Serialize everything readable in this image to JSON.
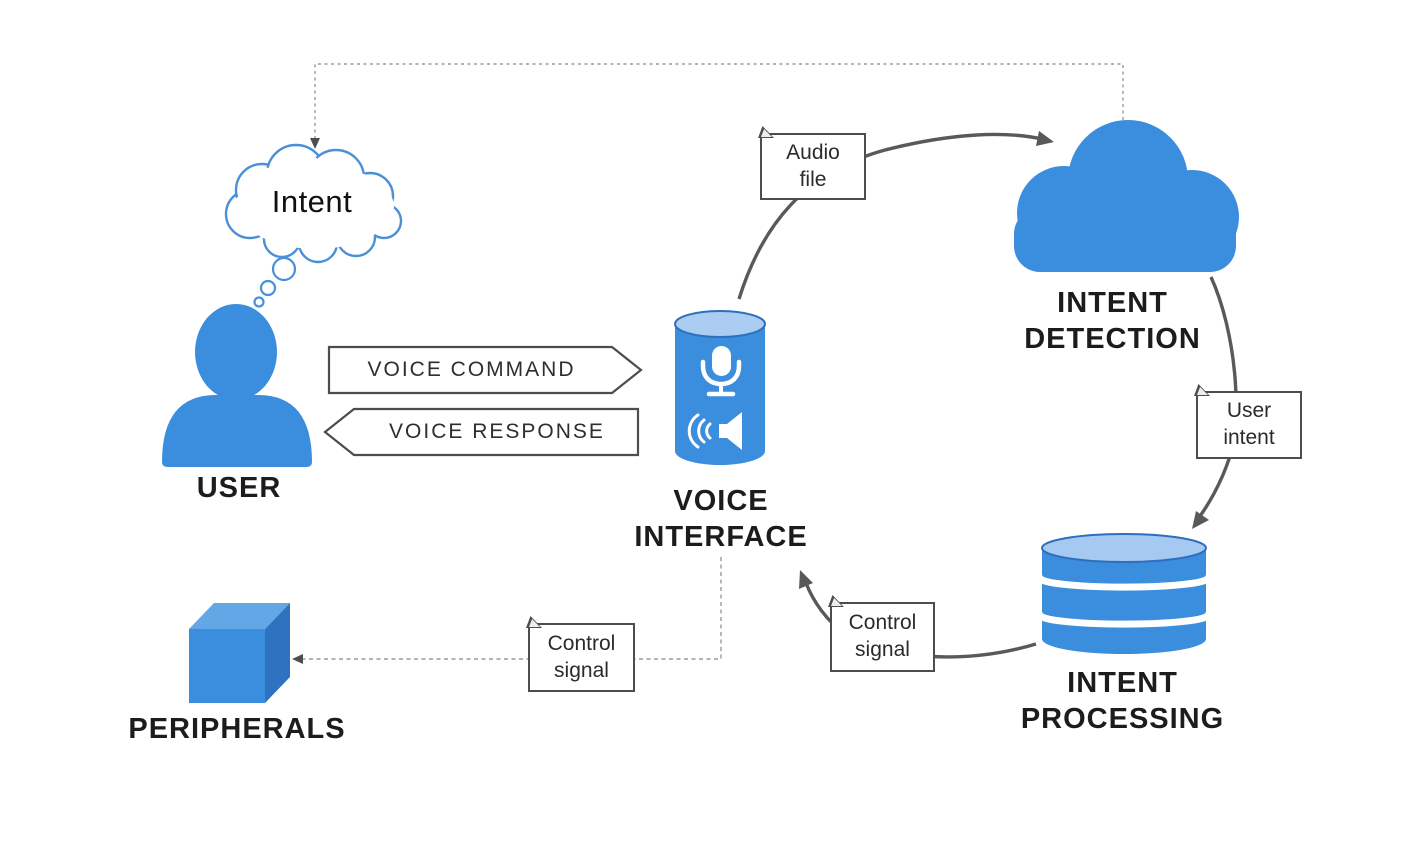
{
  "diagram": {
    "nodes": {
      "user": {
        "label": "USER"
      },
      "thought_bubble": {
        "label": "Intent"
      },
      "voice_interface": {
        "label": "VOICE\nINTERFACE"
      },
      "intent_detection": {
        "label": "INTENT\nDETECTION"
      },
      "intent_processing": {
        "label": "INTENT\nPROCESSING"
      },
      "peripherals": {
        "label": "PERIPHERALS"
      }
    },
    "banners": {
      "voice_command": {
        "label": "VOICE COMMAND"
      },
      "voice_response": {
        "label": "VOICE RESPONSE"
      }
    },
    "notes": {
      "audio_file": {
        "label": "Audio\nfile"
      },
      "user_intent": {
        "label": "User\nintent"
      },
      "control_signal_to_interface": {
        "label": "Control\nsignal"
      },
      "control_signal_to_peripherals": {
        "label": "Control\nsignal"
      }
    },
    "icons": {
      "microphone": "microphone-icon",
      "speaker": "speaker-icon"
    },
    "colors": {
      "primary_blue": "#3b8ede",
      "light_blue": "#aacdf1",
      "cube_top_blue": "#63a7e6",
      "cube_side_blue": "#2d73c0",
      "cloud_outline_blue": "#4a90d9",
      "arrow_gray": "#595959",
      "dashed_gray": "#9a9a9a",
      "note_border_gray": "#4d4d4d",
      "label_text": "#1c1c1c"
    }
  }
}
